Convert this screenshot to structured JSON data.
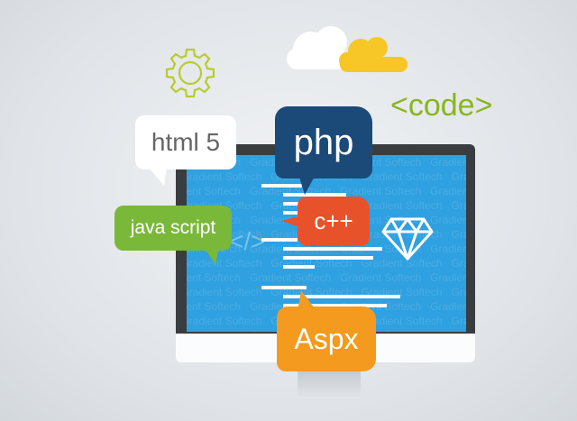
{
  "watermark": "Gradient Softech",
  "bubbles": {
    "html": {
      "label": "html 5",
      "color": "#ffffff"
    },
    "php": {
      "label": "php",
      "color": "#1c4a78"
    },
    "javascript": {
      "label": "java script",
      "color": "#7ab83a"
    },
    "cpp": {
      "label": "c++",
      "color": "#e8522a"
    },
    "aspx": {
      "label": "Aspx",
      "color": "#f39a1f"
    }
  },
  "code_tag": "<code>",
  "screen_symbol": "</>",
  "colors": {
    "screen": "#2fa0e0",
    "frame": "#3a3d40",
    "gear": "#b7cc2a",
    "cloud_yellow": "#f7c728",
    "code_green": "#8ab51e"
  },
  "icons": [
    "gear-icon",
    "cloud-icon",
    "diamond-icon"
  ]
}
